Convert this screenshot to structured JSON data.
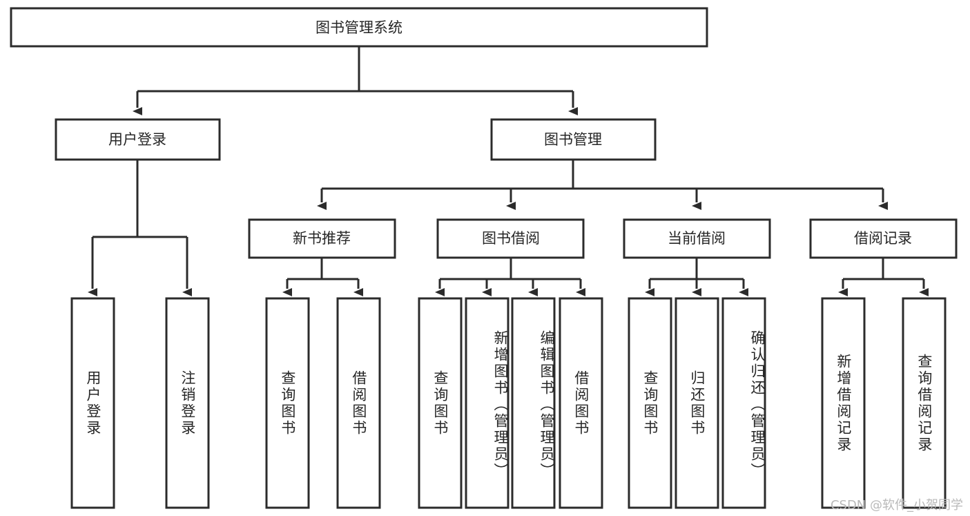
{
  "diagram": {
    "title": "图书管理系统",
    "type": "tree",
    "colors": {
      "stroke": "#2b2b2b",
      "box_fill": "#ffffff",
      "text": "#262626",
      "watermark": "#b9b9b9",
      "background": "#ffffff"
    },
    "root": {
      "label": "图书管理系统"
    },
    "level2": [
      {
        "label": "用户登录"
      },
      {
        "label": "图书管理"
      }
    ],
    "level3": [
      {
        "label": "新书推荐"
      },
      {
        "label": "图书借阅"
      },
      {
        "label": "当前借阅"
      },
      {
        "label": "借阅记录"
      }
    ],
    "leaves": {
      "user_login": [
        {
          "label": "用户登录"
        },
        {
          "label": "注销登录"
        }
      ],
      "new_book_recommend": [
        {
          "label": "查询图书"
        },
        {
          "label": "借阅图书"
        }
      ],
      "book_borrow": [
        {
          "label": "查询图书"
        },
        {
          "label": "新增图书（管理员）"
        },
        {
          "label": "编辑图书（管理员）"
        },
        {
          "label": "借阅图书"
        }
      ],
      "current_borrow": [
        {
          "label": "查询图书"
        },
        {
          "label": "归还图书"
        },
        {
          "label": "确认归还（管理员）"
        }
      ],
      "borrow_record": [
        {
          "label": "新增借阅记录"
        },
        {
          "label": "查询借阅记录"
        }
      ]
    }
  },
  "watermark": {
    "text": "CSDN @软件_小贺同学"
  }
}
